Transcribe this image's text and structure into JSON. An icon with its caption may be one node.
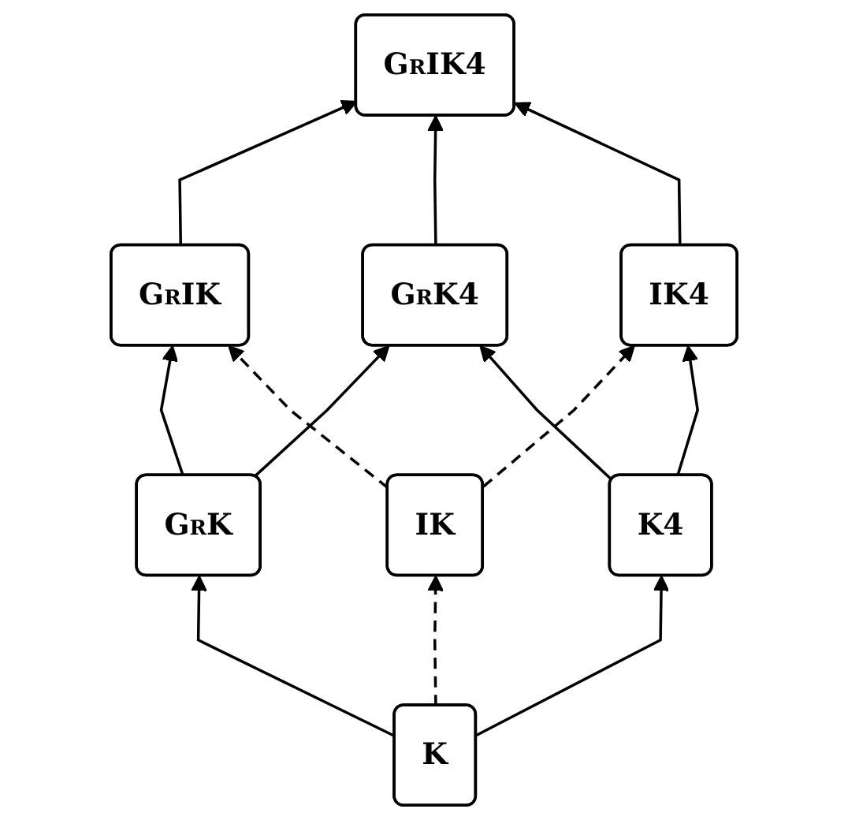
{
  "diagram": {
    "nodes": [
      {
        "text": [
          "GrIK"
        ]
      },
      {
        "text": [
          "GrIK4"
        ]
      },
      {
        "text": [
          "GrK"
        ]
      },
      {
        "text": [
          "GrK4"
        ]
      },
      {
        "text": [
          "IK"
        ]
      },
      {
        "text": [
          "IK4"
        ]
      },
      {
        "text": [
          "K"
        ]
      },
      {
        "text": [
          "K4"
        ]
      }
    ],
    "edges": [
      {
        "from": 0,
        "to": 1,
        "arrow": "to"
      },
      {
        "from": 2,
        "to": 0,
        "arrow": "to"
      },
      {
        "from": 2,
        "to": 3,
        "arrow": "to"
      },
      {
        "from": 3,
        "to": 1,
        "arrow": "to"
      },
      {
        "from": 4,
        "to": 0,
        "arrow": "to",
        "style": "dashed"
      },
      {
        "from": 4,
        "to": 5,
        "arrow": "to",
        "style": "dashed"
      },
      {
        "from": 5,
        "to": 1,
        "arrow": "to"
      },
      {
        "from": 6,
        "to": 4,
        "arrow": "to",
        "style": "dashed"
      },
      {
        "from": 6,
        "to": 2,
        "arrow": "to"
      },
      {
        "from": 6,
        "to": 7,
        "arrow": "to"
      },
      {
        "from": 7,
        "to": 5,
        "arrow": "to"
      },
      {
        "from": 7,
        "to": 3,
        "arrow": "to"
      }
    ]
  }
}
